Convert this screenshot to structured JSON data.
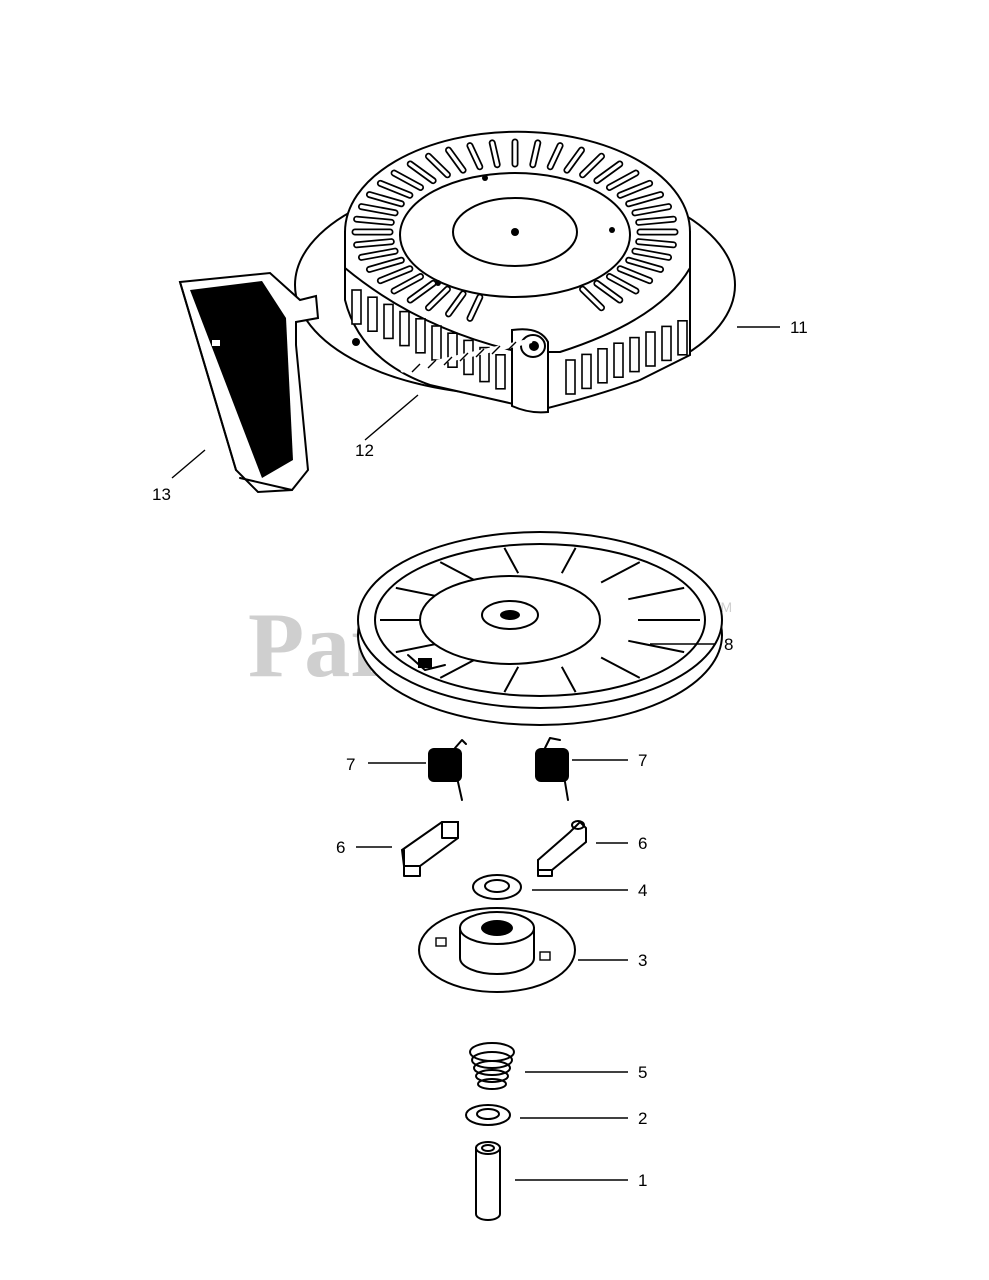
{
  "watermark": {
    "text": "PartsTree",
    "trademark": "TM"
  },
  "callouts": [
    {
      "id": "11",
      "label": "11",
      "part": "starter housing"
    },
    {
      "id": "12",
      "label": "12",
      "part": "starter rope"
    },
    {
      "id": "13",
      "label": "13",
      "part": "starter handle"
    },
    {
      "id": "8",
      "label": "8",
      "part": "pulley"
    },
    {
      "id": "7a",
      "label": "7",
      "part": "spring left"
    },
    {
      "id": "7b",
      "label": "7",
      "part": "spring right"
    },
    {
      "id": "6a",
      "label": "6",
      "part": "pawl left"
    },
    {
      "id": "6b",
      "label": "6",
      "part": "pawl right"
    },
    {
      "id": "4",
      "label": "4",
      "part": "washer"
    },
    {
      "id": "3",
      "label": "3",
      "part": "retainer plate"
    },
    {
      "id": "5",
      "label": "5",
      "part": "spring"
    },
    {
      "id": "2",
      "label": "2",
      "part": "washer"
    },
    {
      "id": "1",
      "label": "1",
      "part": "pin"
    }
  ]
}
